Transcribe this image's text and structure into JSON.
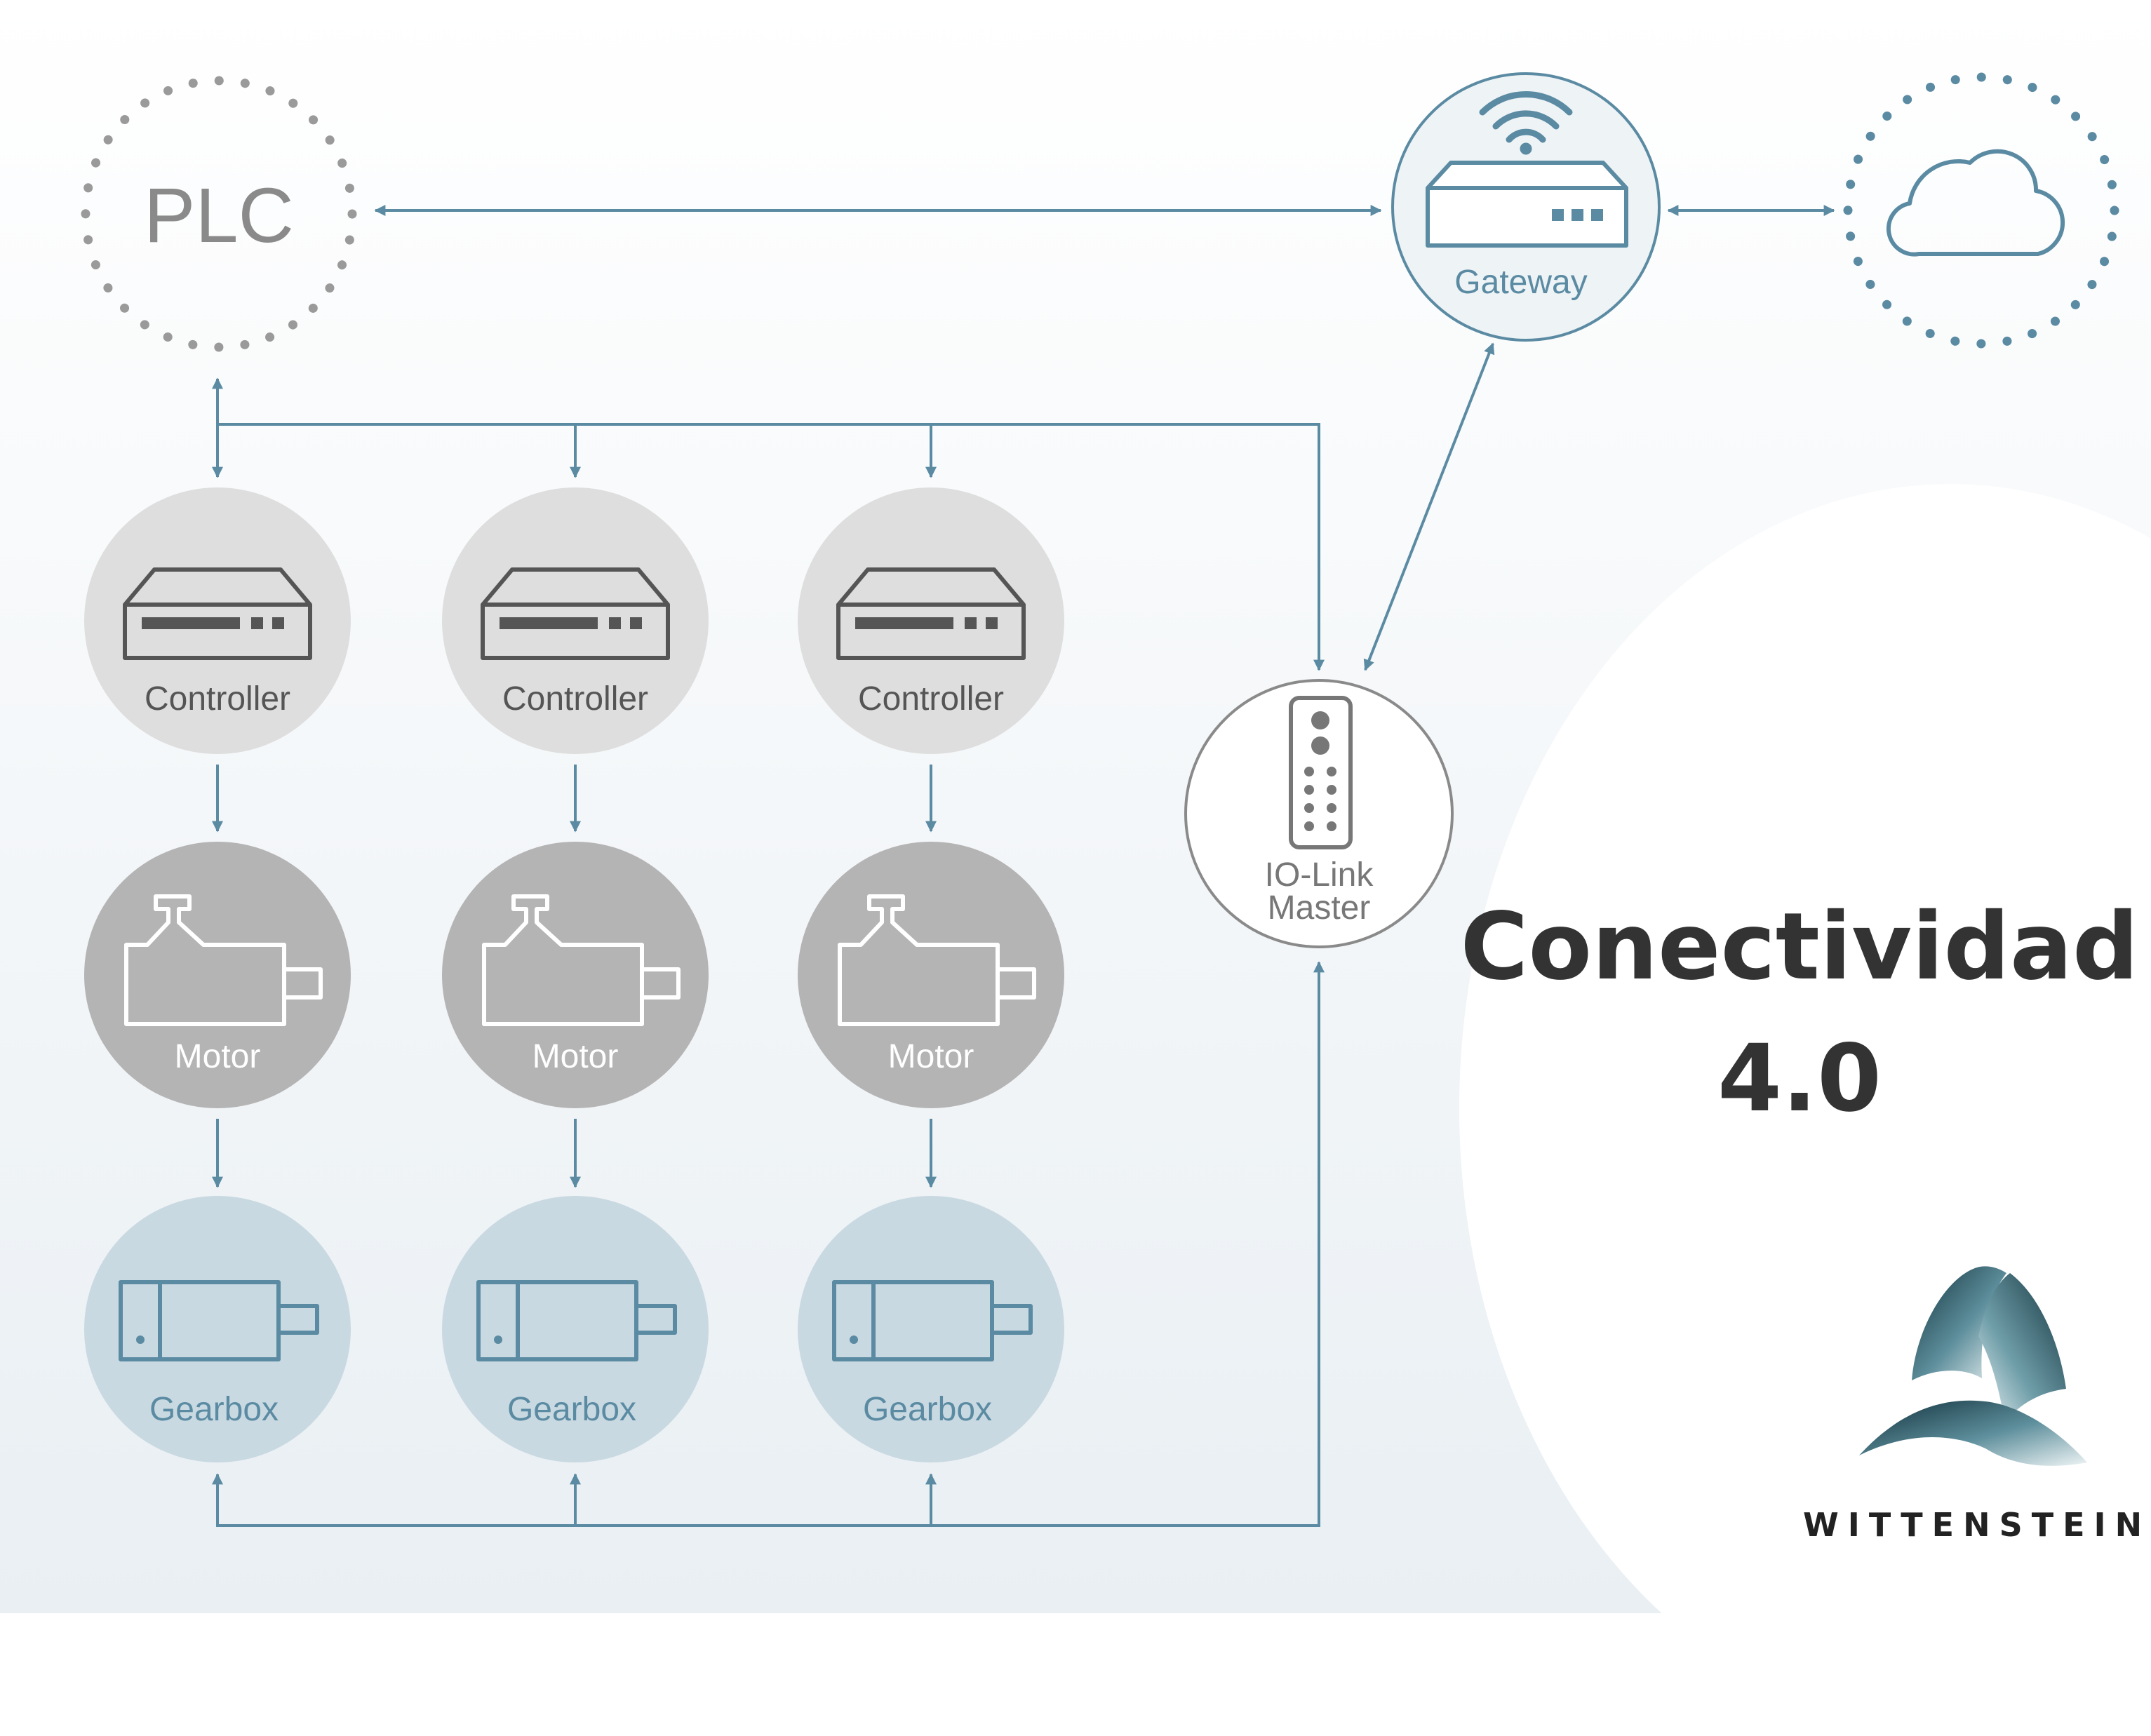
{
  "nodes": {
    "plc": "PLC",
    "gateway": "Gateway",
    "iolink_master": [
      "IO-Link",
      "Master"
    ],
    "controllers": [
      "Controller",
      "Controller",
      "Controller"
    ],
    "motors": [
      "Motor",
      "Motor",
      "Motor"
    ],
    "gearboxes": [
      "Gearbox",
      "Gearbox",
      "Gearbox"
    ]
  },
  "title": {
    "line1": "Conectividad",
    "line2": "4.0"
  },
  "brand": {
    "name": "WITTENSTEIN"
  },
  "colors": {
    "connector": "#5b8ba3",
    "controller_fill": "#dedede",
    "motor_fill": "#b4b4b4",
    "gearbox_fill": "#c9d9e1",
    "gearbox_text": "#5b8ba3",
    "dotted_ring": "#9a9a9a",
    "cloud_ring": "#5b8ba3"
  }
}
